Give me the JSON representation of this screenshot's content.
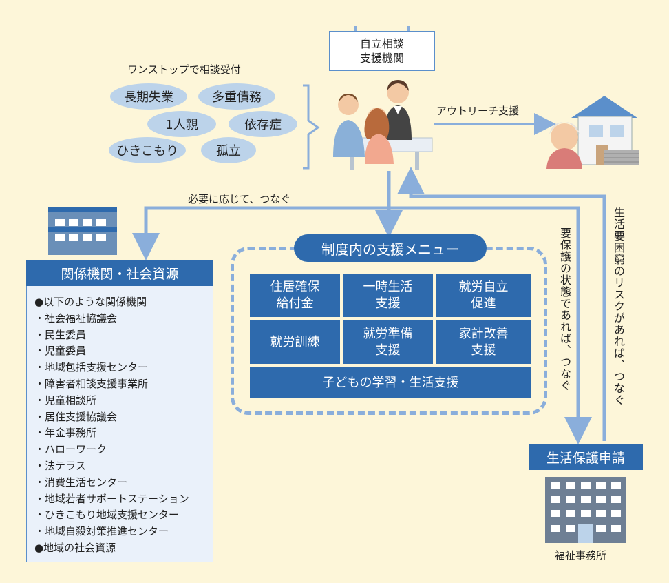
{
  "top": {
    "title_line1": "自立相談",
    "title_line2": "支援機関",
    "one_stop_label": "ワンストップで相談受付",
    "issues": [
      "長期失業",
      "多重債務",
      "1人親",
      "依存症",
      "ひきこもり",
      "孤立"
    ],
    "outreach_label": "アウトリーチ支援"
  },
  "connect_label": "必要に応じて、つなぐ",
  "menu": {
    "title": "制度内の支援メニュー",
    "items": [
      {
        "line1": "住居確保",
        "line2": "給付金"
      },
      {
        "line1": "一時生活",
        "line2": "支援"
      },
      {
        "line1": "就労自立",
        "line2": "促進"
      },
      {
        "line1": "就労訓練",
        "line2": ""
      },
      {
        "line1": "就労準備",
        "line2": "支援"
      },
      {
        "line1": "家計改善",
        "line2": "支援"
      }
    ],
    "bottom_item": "子どもの学習・生活支援"
  },
  "org": {
    "title": "関係機関・社会資源",
    "items": [
      "●以下のような関係機関",
      "・社会福祉協議会",
      "・民生委員",
      "・児童委員",
      "・地域包括支援センター",
      "・障害者相談支援事業所",
      "・児童相談所",
      "・居住支援協議会",
      "・年金事務所",
      "・ハローワーク",
      "・法テラス",
      "・消費生活センター",
      "・地域若者サポートステーション",
      "・ひきこもり地域支援センター",
      "・地域自殺対策推進センター",
      "●地域の社会資源"
    ]
  },
  "welfare": {
    "apply_label": "生活保護申請",
    "office_label": "福祉事務所",
    "need_protection_text": "要保護の状態であれば、つなぐ",
    "risk_text": "生活要困窮のリスクがあれば、つなぐ"
  },
  "colors": {
    "background": "#fdf6d9",
    "primary_blue": "#2e6aad",
    "light_blue": "#8aaedb",
    "bubble_blue": "#bcd3ea"
  }
}
